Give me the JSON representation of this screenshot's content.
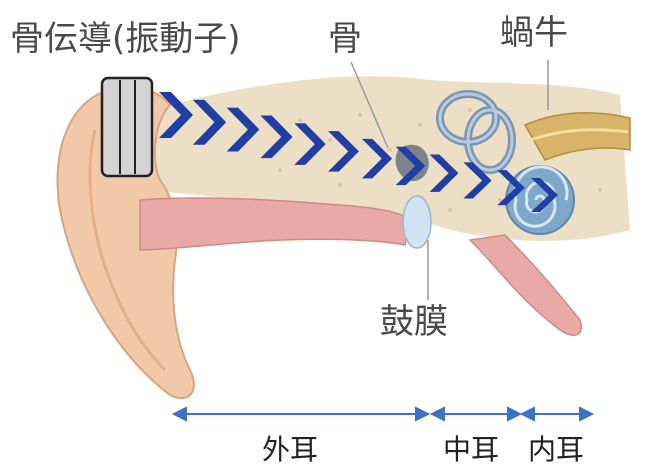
{
  "labels": {
    "device": "骨伝導(振動子)",
    "bone": "骨",
    "cochlea": "蝸牛",
    "eardrum": "鼓膜"
  },
  "sections": [
    {
      "id": "outer",
      "label": "外耳"
    },
    {
      "id": "middle",
      "label": "中耳"
    },
    {
      "id": "inner",
      "label": "内耳"
    }
  ],
  "colors": {
    "chevron": "#1f3fa6",
    "arrow": "#3b73c4",
    "skin": "#f2c9a8",
    "canal": "#e9a9a6",
    "bone_tissue": "#ead8bc",
    "cochlea_shell": "#d8b46a",
    "semicircular": "#6f8fb0",
    "eardrum": "#cfe3f2"
  },
  "icons": {
    "vibrator": "vibrator-device-icon",
    "chevrons": "vibration-chevron-icon"
  }
}
